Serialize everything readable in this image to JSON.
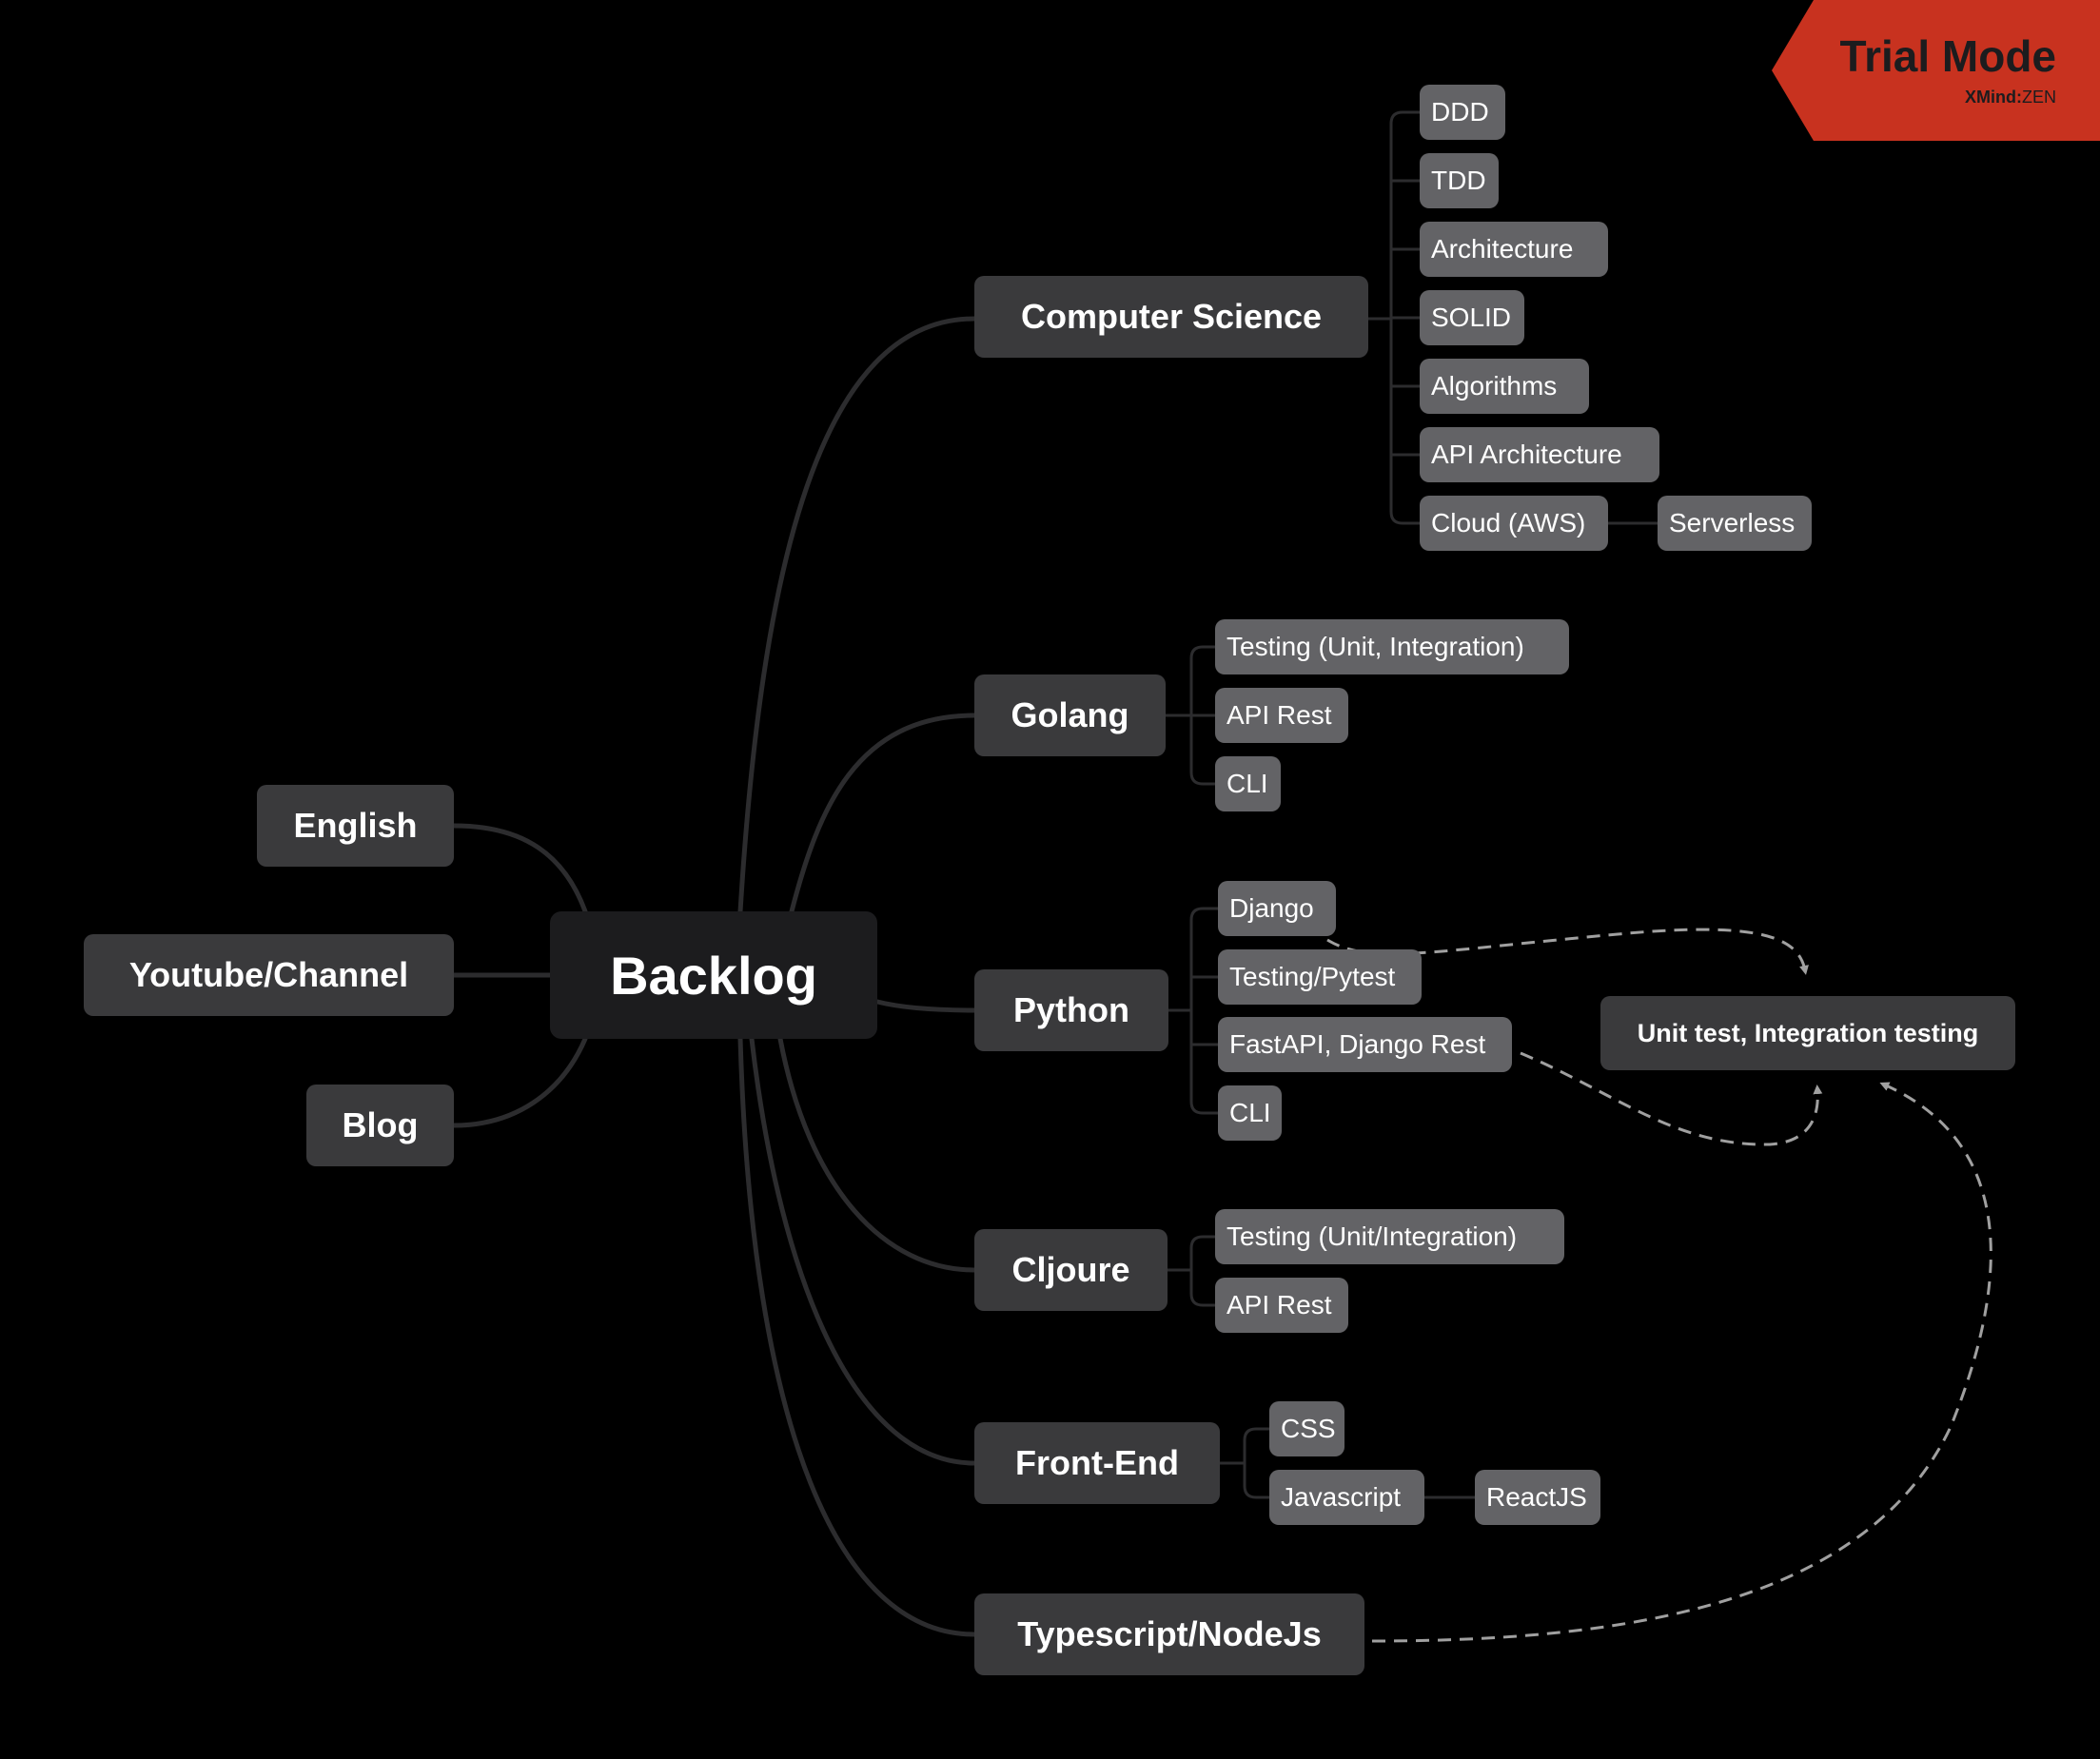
{
  "watermark": {
    "title": "Trial Mode",
    "brand": "XMind",
    "edition": "ZEN",
    "color": "#c8321f"
  },
  "colors": {
    "background": "#000000",
    "central": "#1c1c1e",
    "main": "#3a3a3c",
    "sub": "#636366",
    "line": "#2c2c2e",
    "relationship": "#a0a0a0"
  },
  "central": {
    "label": "Backlog"
  },
  "left_topics": [
    {
      "label": "English"
    },
    {
      "label": "Youtube/Channel"
    },
    {
      "label": "Blog"
    }
  ],
  "right_topics": [
    {
      "label": "Computer Science",
      "children": [
        {
          "label": "DDD"
        },
        {
          "label": "TDD"
        },
        {
          "label": "Architecture"
        },
        {
          "label": "SOLID"
        },
        {
          "label": "Algorithms"
        },
        {
          "label": "API Architecture"
        },
        {
          "label": "Cloud (AWS)",
          "children": [
            {
              "label": "Serverless"
            }
          ]
        }
      ]
    },
    {
      "label": "Golang",
      "children": [
        {
          "label": "Testing (Unit, Integration)"
        },
        {
          "label": "API Rest"
        },
        {
          "label": "CLI"
        }
      ]
    },
    {
      "label": "Python",
      "children": [
        {
          "label": "Django"
        },
        {
          "label": "Testing/Pytest"
        },
        {
          "label": "FastAPI, Django Rest"
        },
        {
          "label": "CLI"
        }
      ]
    },
    {
      "label": "Cljoure",
      "children": [
        {
          "label": "Testing (Unit/Integration)"
        },
        {
          "label": "API Rest"
        }
      ]
    },
    {
      "label": "Front-End",
      "children": [
        {
          "label": "CSS"
        },
        {
          "label": "Javascript",
          "children": [
            {
              "label": "ReactJS"
            }
          ]
        }
      ]
    },
    {
      "label": "Typescript/NodeJs"
    }
  ],
  "floating_topic": {
    "label": "Unit test, Integration testing"
  }
}
